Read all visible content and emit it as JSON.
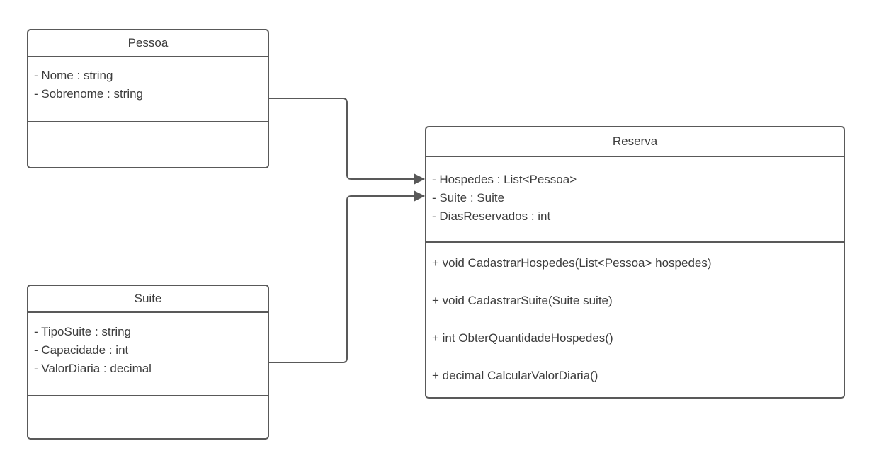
{
  "diagram": {
    "type": "uml-class-diagram",
    "colors": {
      "stroke": "#595959",
      "text": "#3d3d3d",
      "background": "#ffffff"
    },
    "classes": [
      {
        "name": "Pessoa",
        "attributes": [
          "- Nome : string",
          "- Sobrenome : string"
        ],
        "methods": []
      },
      {
        "name": "Suite",
        "attributes": [
          "- TipoSuite : string",
          "- Capacidade : int",
          "- ValorDiaria : decimal"
        ],
        "methods": []
      },
      {
        "name": "Reserva",
        "attributes": [
          "- Hospedes : List<Pessoa>",
          "- Suite : Suite",
          "- DiasReservados : int"
        ],
        "methods": [
          "+ void CadastrarHospedes(List<Pessoa> hospedes)",
          "+ void CadastrarSuite(Suite suite)",
          "+ int ObterQuantidadeHospedes()",
          "+ decimal CalcularValorDiaria()"
        ]
      }
    ],
    "relationships": [
      {
        "from": "Pessoa",
        "to": "Reserva",
        "type": "directed-association",
        "arrowhead": "filled-triangle"
      },
      {
        "from": "Suite",
        "to": "Reserva",
        "type": "directed-association",
        "arrowhead": "filled-triangle"
      }
    ]
  }
}
